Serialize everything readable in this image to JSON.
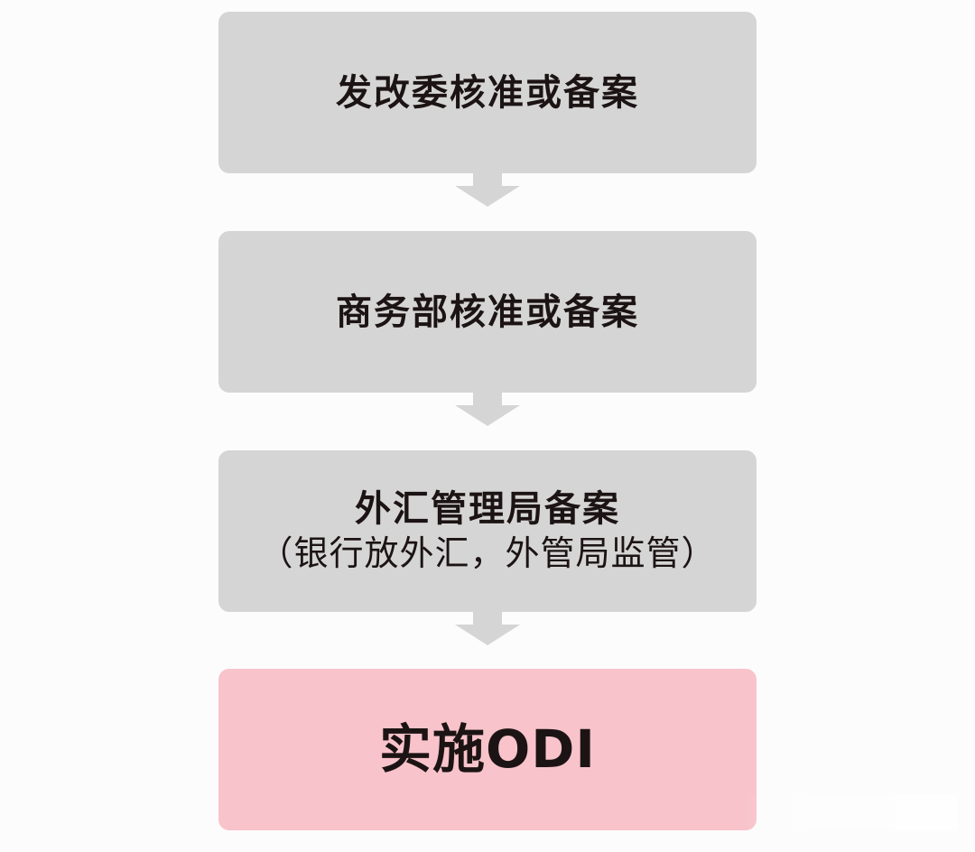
{
  "flowchart": {
    "colors": {
      "step_bg": "#d6d5d5",
      "final_bg": "#f8c3ca",
      "arrow": "#d6d5d5",
      "text": "#1c1414",
      "background": "#fdfcfc"
    },
    "steps": [
      {
        "title": "发改委核准或备案"
      },
      {
        "title": "商务部核准或备案"
      },
      {
        "title": "外汇管理局备案",
        "subtitle": "（银行放外汇，外管局监管）"
      },
      {
        "title": "实施ODI"
      }
    ],
    "connectors": [
      {
        "from": 0,
        "to": 1,
        "icon": "arrow-down-icon"
      },
      {
        "from": 1,
        "to": 2,
        "icon": "arrow-down-icon"
      },
      {
        "from": 2,
        "to": 3,
        "icon": "arrow-down-icon"
      }
    ]
  }
}
